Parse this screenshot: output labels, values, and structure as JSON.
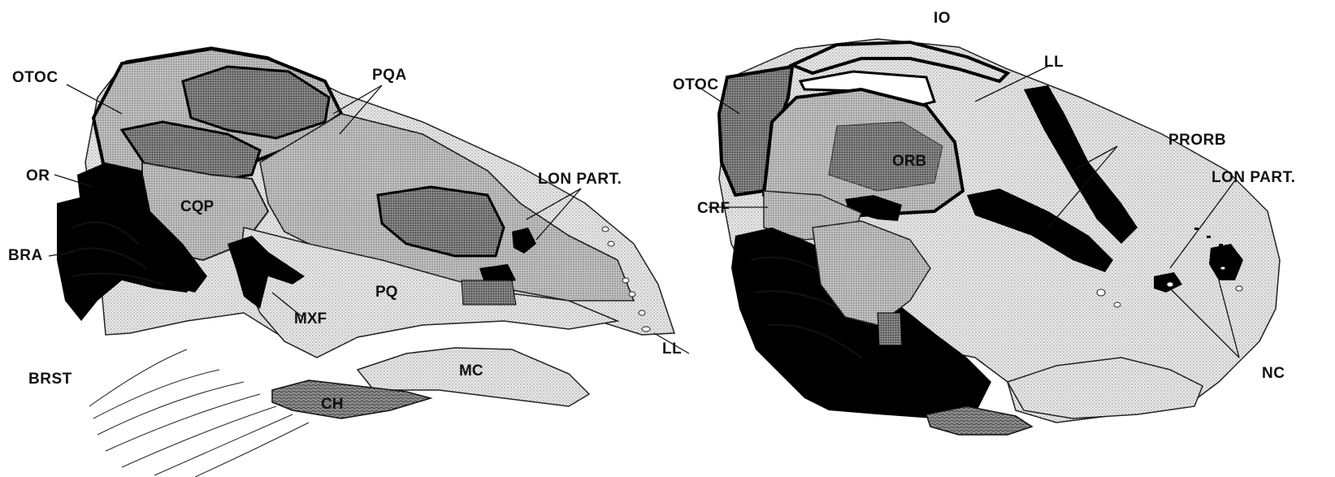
{
  "figure": {
    "left_panel": {
      "labels": {
        "otoc": "OTOC",
        "or": "OR",
        "bra": "BRA",
        "brst": "BRST",
        "cqp": "CQP",
        "pqa": "PQA",
        "lon_part": "LON PART.",
        "pq": "PQ",
        "mxf": "MXF",
        "ll": "LL",
        "mc": "MC",
        "ch": "CH"
      }
    },
    "right_panel": {
      "labels": {
        "io": "IO",
        "ll": "LL",
        "otoc": "OTOC",
        "prorb": "PRORB",
        "orb": "ORB",
        "lon_part": "LON PART.",
        "crf": "CRF",
        "nc": "NC"
      }
    }
  }
}
